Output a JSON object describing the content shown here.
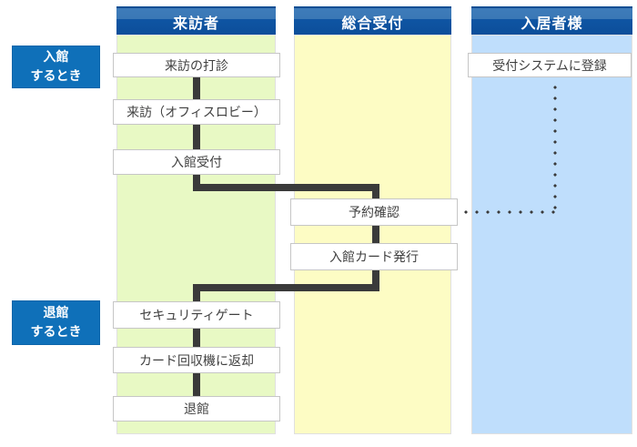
{
  "diagram_type": "swimlane-flowchart",
  "columns": [
    {
      "id": "visitor",
      "header": "来訪者"
    },
    {
      "id": "reception",
      "header": "総合受付"
    },
    {
      "id": "resident",
      "header": "入居者様"
    }
  ],
  "row_labels": [
    {
      "id": "entering",
      "lines": [
        "入館",
        "するとき"
      ]
    },
    {
      "id": "leaving",
      "lines": [
        "退館",
        "するとき"
      ]
    }
  ],
  "steps": [
    {
      "id": "visit_inquiry",
      "lane": "visitor",
      "label": "来訪の打診"
    },
    {
      "id": "visit_lobby",
      "lane": "visitor",
      "label": "来訪（オフィスロビー）"
    },
    {
      "id": "entry_reception",
      "lane": "visitor",
      "label": "入館受付"
    },
    {
      "id": "reservation_check",
      "lane": "reception",
      "label": "予約確認"
    },
    {
      "id": "card_issue",
      "lane": "reception",
      "label": "入館カード発行"
    },
    {
      "id": "security_gate",
      "lane": "visitor",
      "label": "セキュリティゲート"
    },
    {
      "id": "card_return",
      "lane": "visitor",
      "label": "カード回収機に返却"
    },
    {
      "id": "exit",
      "lane": "visitor",
      "label": "退館"
    },
    {
      "id": "register_system",
      "lane": "resident",
      "label": "受付システムに登録"
    }
  ],
  "connections": [
    {
      "from": "visit_inquiry",
      "to": "visit_lobby",
      "style": "solid"
    },
    {
      "from": "visit_lobby",
      "to": "entry_reception",
      "style": "solid"
    },
    {
      "from": "entry_reception",
      "to": "reservation_check",
      "style": "solid"
    },
    {
      "from": "reservation_check",
      "to": "card_issue",
      "style": "solid"
    },
    {
      "from": "card_issue",
      "to": "security_gate",
      "style": "solid"
    },
    {
      "from": "security_gate",
      "to": "card_return",
      "style": "solid"
    },
    {
      "from": "card_return",
      "to": "exit",
      "style": "solid"
    },
    {
      "from": "register_system",
      "to": "reservation_check",
      "style": "dotted"
    }
  ],
  "colors": {
    "header_gradient_top": "#3e7cba",
    "header_gradient_bottom": "#0c4e9a",
    "header_border_top": "#0f4e93",
    "row_label_bg": "#0f70b9",
    "lane_visitor_bg": "#e8f9c4",
    "lane_reception_bg": "#fdfcc4",
    "lane_resident_bg": "#bfdefc",
    "connector": "#3a3a3a",
    "step_border": "#c6c6c6",
    "step_bg": "#ffffff",
    "step_text": "#404040",
    "header_text": "#ffffff"
  }
}
